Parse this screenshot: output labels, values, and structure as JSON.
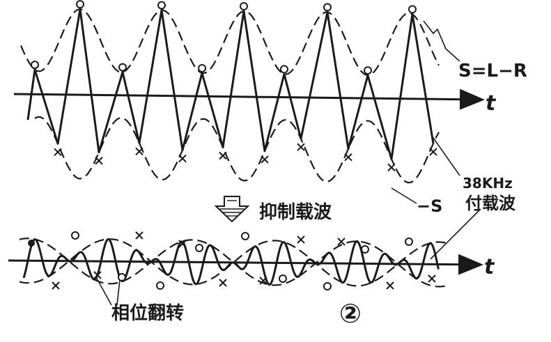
{
  "labels": {
    "time_top": "t",
    "time_bottom": "t",
    "diff_signal": "S=L−R",
    "neg_signal": "−S",
    "subcarrier_freq": "38KHz",
    "subcarrier_name": "付载波",
    "suppress_carrier": "抑制载波",
    "phase_reversal": "相位翻转",
    "figure_number": "②"
  }
}
